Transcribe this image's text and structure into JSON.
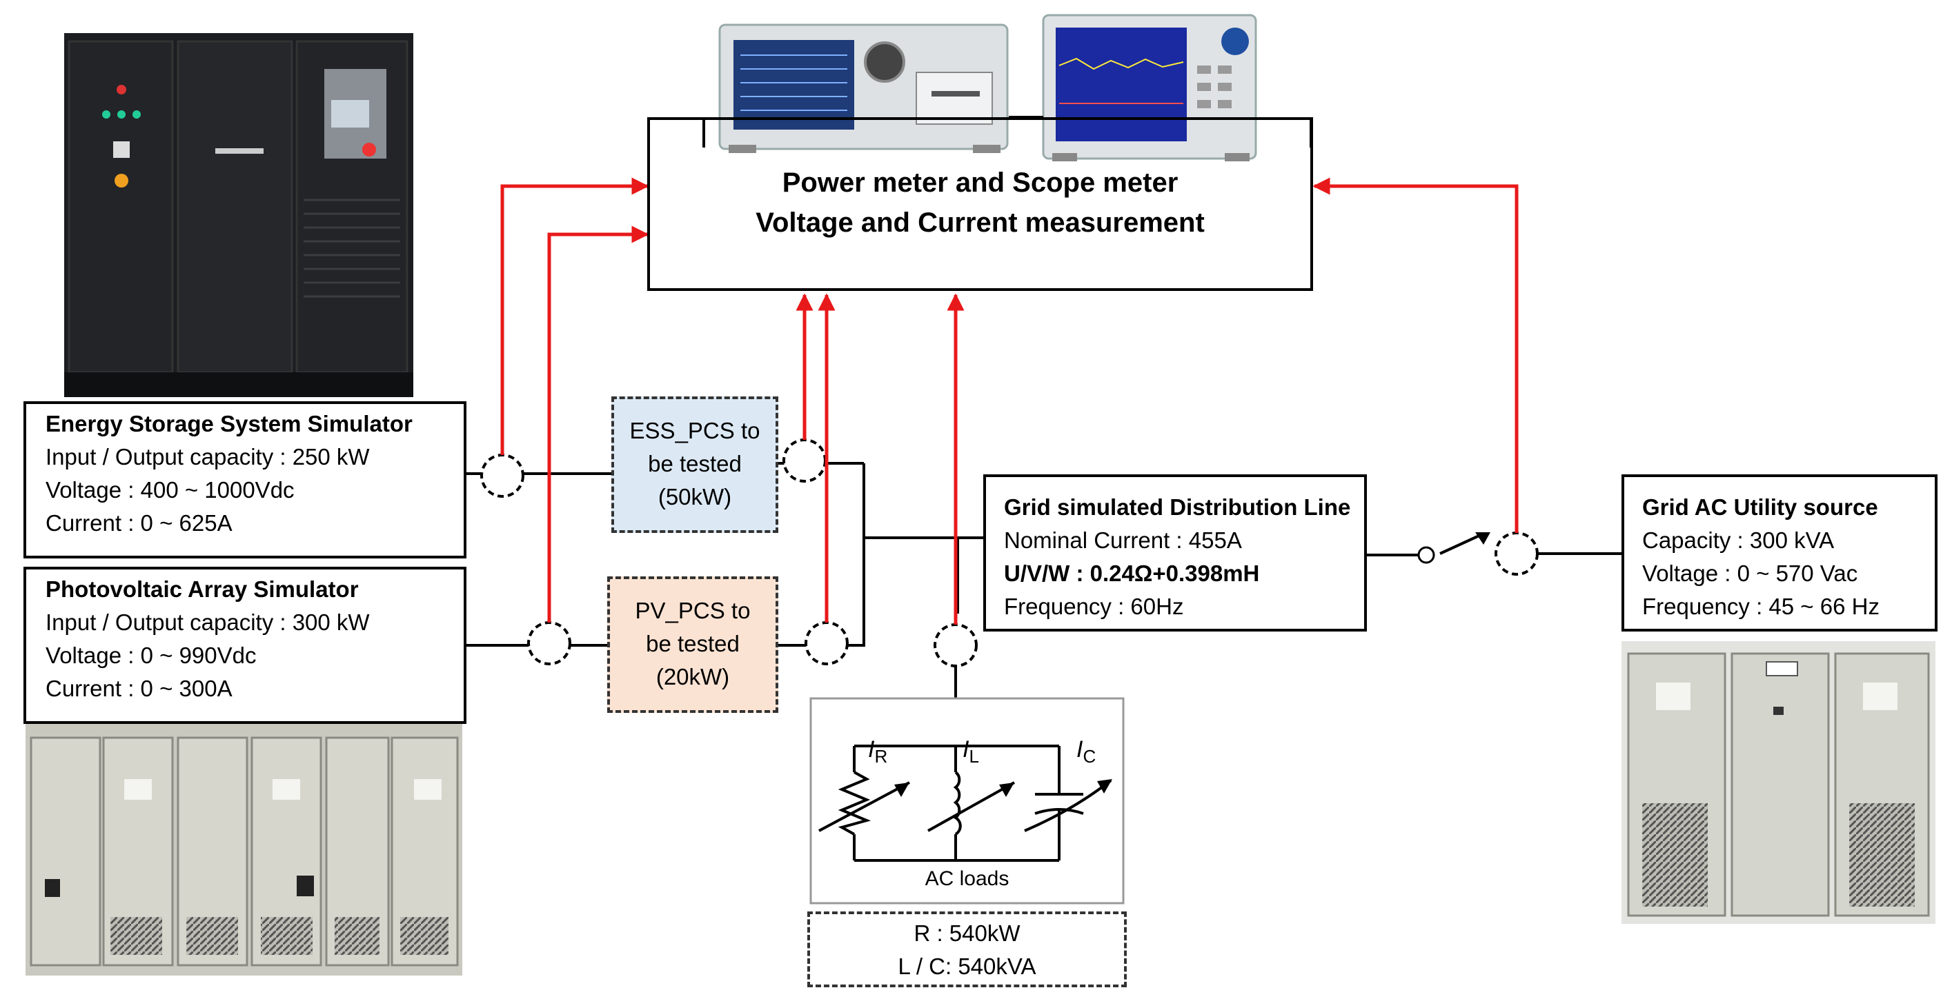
{
  "measurement": {
    "line1": "Power meter and Scope meter",
    "line2": "Voltage and Current measurement"
  },
  "ess_simulator": {
    "title": "Energy Storage System Simulator",
    "lines": [
      "Input / Output capacity : 250 kW",
      "Voltage : 400 ~ 1000Vdc",
      "Current : 0 ~ 625A"
    ]
  },
  "pv_simulator": {
    "title": "Photovoltaic Array Simulator",
    "lines": [
      "Input / Output capacity : 300 kW",
      "Voltage : 0 ~ 990Vdc",
      "Current : 0 ~ 300A"
    ]
  },
  "ess_pcs": {
    "lines": [
      "ESS_PCS to",
      "be tested",
      "(50kW)"
    ],
    "color": "#dce9f5"
  },
  "pv_pcs": {
    "lines": [
      "PV_PCS to",
      "be tested",
      "(20kW)"
    ],
    "color": "#fbe3d3"
  },
  "grid_line": {
    "title": "Grid simulated Distribution  Line",
    "nominal": "Nominal Current : 455A",
    "impedance": "U/V/W : 0.24Ω+0.398mH",
    "frequency": "Frequency : 60Hz"
  },
  "grid_source": {
    "title": "Grid AC Utility source",
    "lines": [
      "Capacity : 300 kVA",
      "Voltage : 0 ~ 570 Vac",
      "Frequency : 45 ~  66 Hz"
    ]
  },
  "ac_loads": {
    "label": "AC loads",
    "ir": "I",
    "ir_sub": "R",
    "il": "I",
    "il_sub": "L",
    "ic": "I",
    "ic_sub": "C",
    "spec": [
      "R : 540kW",
      "L / C: 540kVA"
    ]
  },
  "colors": {
    "signal": "#e8191a",
    "wire": "#000000"
  }
}
